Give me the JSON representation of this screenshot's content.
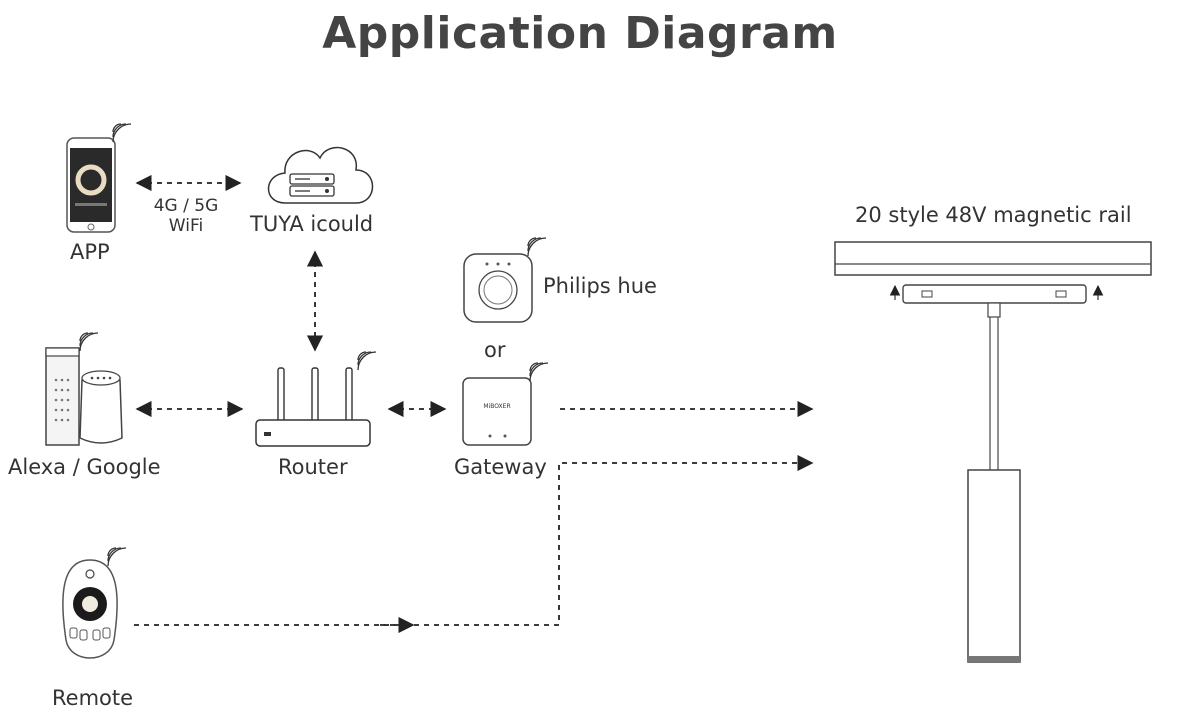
{
  "title": "Application Diagram",
  "labels": {
    "app": "APP",
    "network_line1": "4G / 5G",
    "network_line2": "WiFi",
    "cloud": "TUYA icould",
    "alexa": "Alexa / Google",
    "router": "Router",
    "philips": "Philips hue",
    "or": "or",
    "gateway": "Gateway",
    "remote": "Remote",
    "rail": "20 style 48V magnetic rail"
  },
  "device_marks": {
    "gateway_brand": "MiBOXER"
  },
  "colors": {
    "stroke": "#333333",
    "text": "#333333",
    "fill": "#ffffff",
    "dark": "#222222"
  }
}
